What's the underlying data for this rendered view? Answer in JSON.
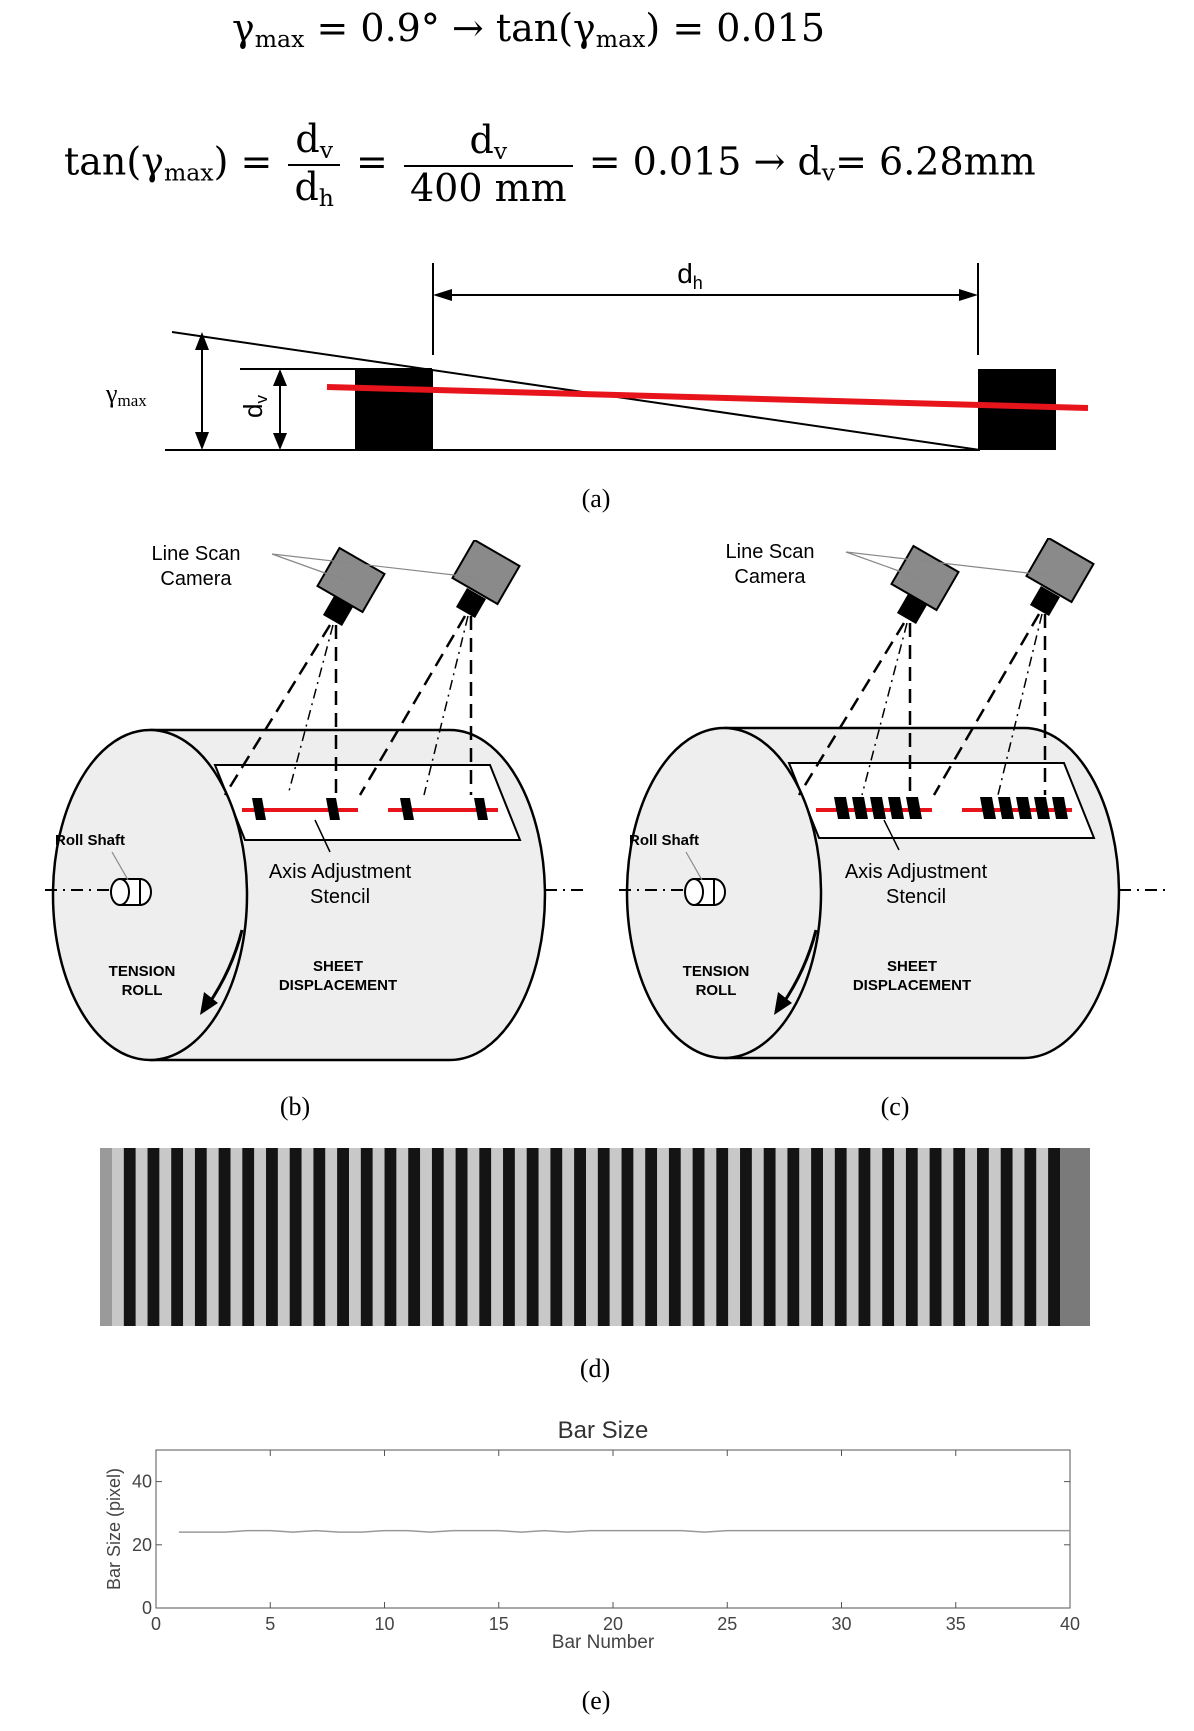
{
  "equations": {
    "line1": {
      "lhs_symbol": "γ",
      "lhs_sub": "max",
      "eq_value": "= 0.9° → tan(γ",
      "eq_sub": "max",
      "eq_tail": ") = 0.015"
    },
    "line2": {
      "lhs": "tan(γ",
      "lhs_sub": "max",
      "lhs_close": ") =",
      "frac1_num": "d",
      "frac1_num_sub": "v",
      "frac1_den": "d",
      "frac1_den_sub": "h",
      "equals": "=",
      "frac2_num": "d",
      "frac2_num_sub": "v",
      "frac2_den": "400 mm",
      "tail": "= 0.015 → d",
      "tail_sub": "v",
      "tail_value": "= 6.28mm"
    }
  },
  "diagram_a": {
    "dh_label": "d",
    "dh_sub": "h",
    "dv_label": "d",
    "dv_sub": "v",
    "gamma_label": "γ",
    "gamma_sub": "max",
    "caption": "(a)",
    "red_line_color": "#e8141b"
  },
  "diagram_b": {
    "camera_label_1": "Line Scan",
    "camera_label_2": "Camera",
    "roll_shaft": "Roll Shaft",
    "stencil_1": "Axis Adjustment",
    "stencil_2": "Stencil",
    "tension_1": "TENSION",
    "tension_2": "ROLL",
    "sheet_1": "SHEET",
    "sheet_2": "DISPLACEMENT",
    "caption": "(b)"
  },
  "diagram_c": {
    "camera_label_1": "Line Scan",
    "camera_label_2": "Camera",
    "roll_shaft": "Roll Shaft",
    "stencil_1": "Axis Adjustment",
    "stencil_2": "Stencil",
    "tension_1": "TENSION",
    "tension_2": "ROLL",
    "sheet_1": "SHEET",
    "sheet_2": "DISPLACEMENT",
    "caption": "(c)"
  },
  "image_d": {
    "bar_count": 40,
    "caption": "(d)"
  },
  "chart_data": {
    "type": "line",
    "title": "Bar Size",
    "xlabel": "Bar Number",
    "ylabel": "Bar Size (pixel)",
    "xlim": [
      0,
      40
    ],
    "ylim": [
      0,
      50
    ],
    "x_ticks": [
      0,
      5,
      10,
      15,
      20,
      25,
      30,
      35,
      40
    ],
    "y_ticks": [
      0,
      20,
      40
    ],
    "grid": false,
    "series": [
      {
        "x": [
          1,
          2,
          3,
          4,
          5,
          6,
          7,
          8,
          9,
          10,
          11,
          12,
          13,
          14,
          15,
          16,
          17,
          18,
          19,
          20,
          21,
          22,
          23,
          24,
          25,
          26,
          27,
          28,
          29,
          30,
          31,
          32,
          33,
          34,
          35,
          36,
          37,
          38,
          39,
          40
        ],
        "values": [
          24,
          24,
          24,
          24.5,
          24.5,
          24,
          24.5,
          24,
          24,
          24.5,
          24.5,
          24,
          24.5,
          24.5,
          24.5,
          24,
          24.5,
          24,
          24.5,
          24.5,
          24.5,
          24.5,
          24.5,
          24,
          24.5,
          24.5,
          24.5,
          24.5,
          24.5,
          24.5,
          24.5,
          24.5,
          24.5,
          24.5,
          24.5,
          24.5,
          24.5,
          24.5,
          24.5,
          24.5
        ],
        "color": "#999999"
      }
    ],
    "caption": "(e)"
  }
}
